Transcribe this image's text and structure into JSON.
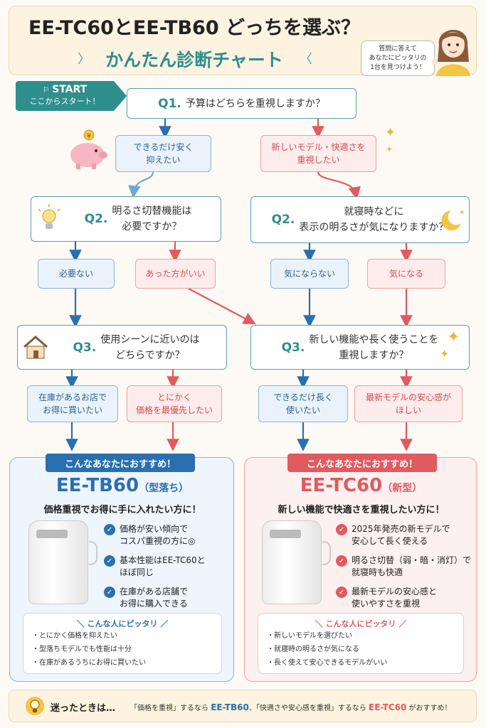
{
  "header": {
    "title": "EE-TC60とEE-TB60 どっちを選ぶ？",
    "subtitle": "かんたん診断チャート",
    "speech": [
      "質問に答えて",
      "あなたにピッタリの",
      "1台を見つけよう！"
    ]
  },
  "start": {
    "label": "START",
    "sub": "ここからスタート！"
  },
  "q1": {
    "num": "Q1.",
    "text": "予算はどちらを重視しますか？",
    "a_left": [
      "できるだけ安く",
      "抑えたい"
    ],
    "a_right": [
      "新しいモデル・快適さを",
      "重視したい"
    ]
  },
  "q2_left": {
    "num": "Q2.",
    "text": [
      "明るさ切替機能は",
      "必要ですか？"
    ],
    "a_left": "必要ない",
    "a_right": "あった方がいい"
  },
  "q2_right": {
    "num": "Q2.",
    "text": [
      "就寝時などに",
      "表示の明るさが気になりますか？"
    ],
    "a_left": "気にならない",
    "a_right": "気になる"
  },
  "q3_left": {
    "num": "Q3.",
    "text": [
      "使用シーンに近いのは",
      "どちらですか？"
    ],
    "a_left": [
      "在庫があるお店で",
      "お得に買いたい"
    ],
    "a_right": [
      "とにかく",
      "価格を最優先したい"
    ]
  },
  "q3_right": {
    "num": "Q3.",
    "text": [
      "新しい機能や長く使うことを",
      "重視しますか？"
    ],
    "a_left": [
      "できるだけ長く",
      "使いたい"
    ],
    "a_right": [
      "最新モデルの安心感が",
      "ほしい"
    ]
  },
  "result_left": {
    "ribbon": "こんなあなたにおすすめ！",
    "model": "EE-TB60",
    "model_sub": "（型落ち）",
    "tagline": "価格重視でお得に手に入れたい方に！",
    "features": [
      [
        "価格が安い傾向で",
        "コスパ重視の方に◎"
      ],
      [
        "基本性能はEE-TC60と",
        "ほぼ同じ"
      ],
      [
        "在庫がある店舗で",
        "お得に購入できる"
      ]
    ],
    "fit_title": "＼ こんな人にピッタリ ／",
    "fit_items": [
      "・とにかく価格を抑えたい",
      "・型落ちモデルでも性能は十分",
      "・在庫があるうちにお得に買いたい"
    ]
  },
  "result_right": {
    "ribbon": "こんなあなたにおすすめ！",
    "model": "EE-TC60",
    "model_sub": "（新型）",
    "tagline": "新しい機能で快適さを重視したい方に！",
    "features": [
      [
        "2025年発売の新モデルで",
        "安心して長く使える"
      ],
      [
        "明るさ切替（弱・暗・消灯）で",
        "就寝時も快適"
      ],
      [
        "最新モデルの安心感と",
        "使いやすさを重視"
      ]
    ],
    "fit_title": "＼ こんな人にピッタリ ／",
    "fit_items": [
      "・新しいモデルを選びたい",
      "・就寝時の明るさが気になる",
      "・長く使えて安心できるモデルがいい"
    ]
  },
  "footer": {
    "lead": "迷ったときは…",
    "p1": "「価格を重視」するなら",
    "m1": "EE-TB60",
    "p2": "、「快適さや安心感を重視」するなら",
    "m2": "EE-TC60",
    "p3": "がおすすめ！"
  },
  "colors": {
    "teal": "#2e8f8c",
    "blue": "#2a6fb0",
    "pink": "#e05a60"
  }
}
